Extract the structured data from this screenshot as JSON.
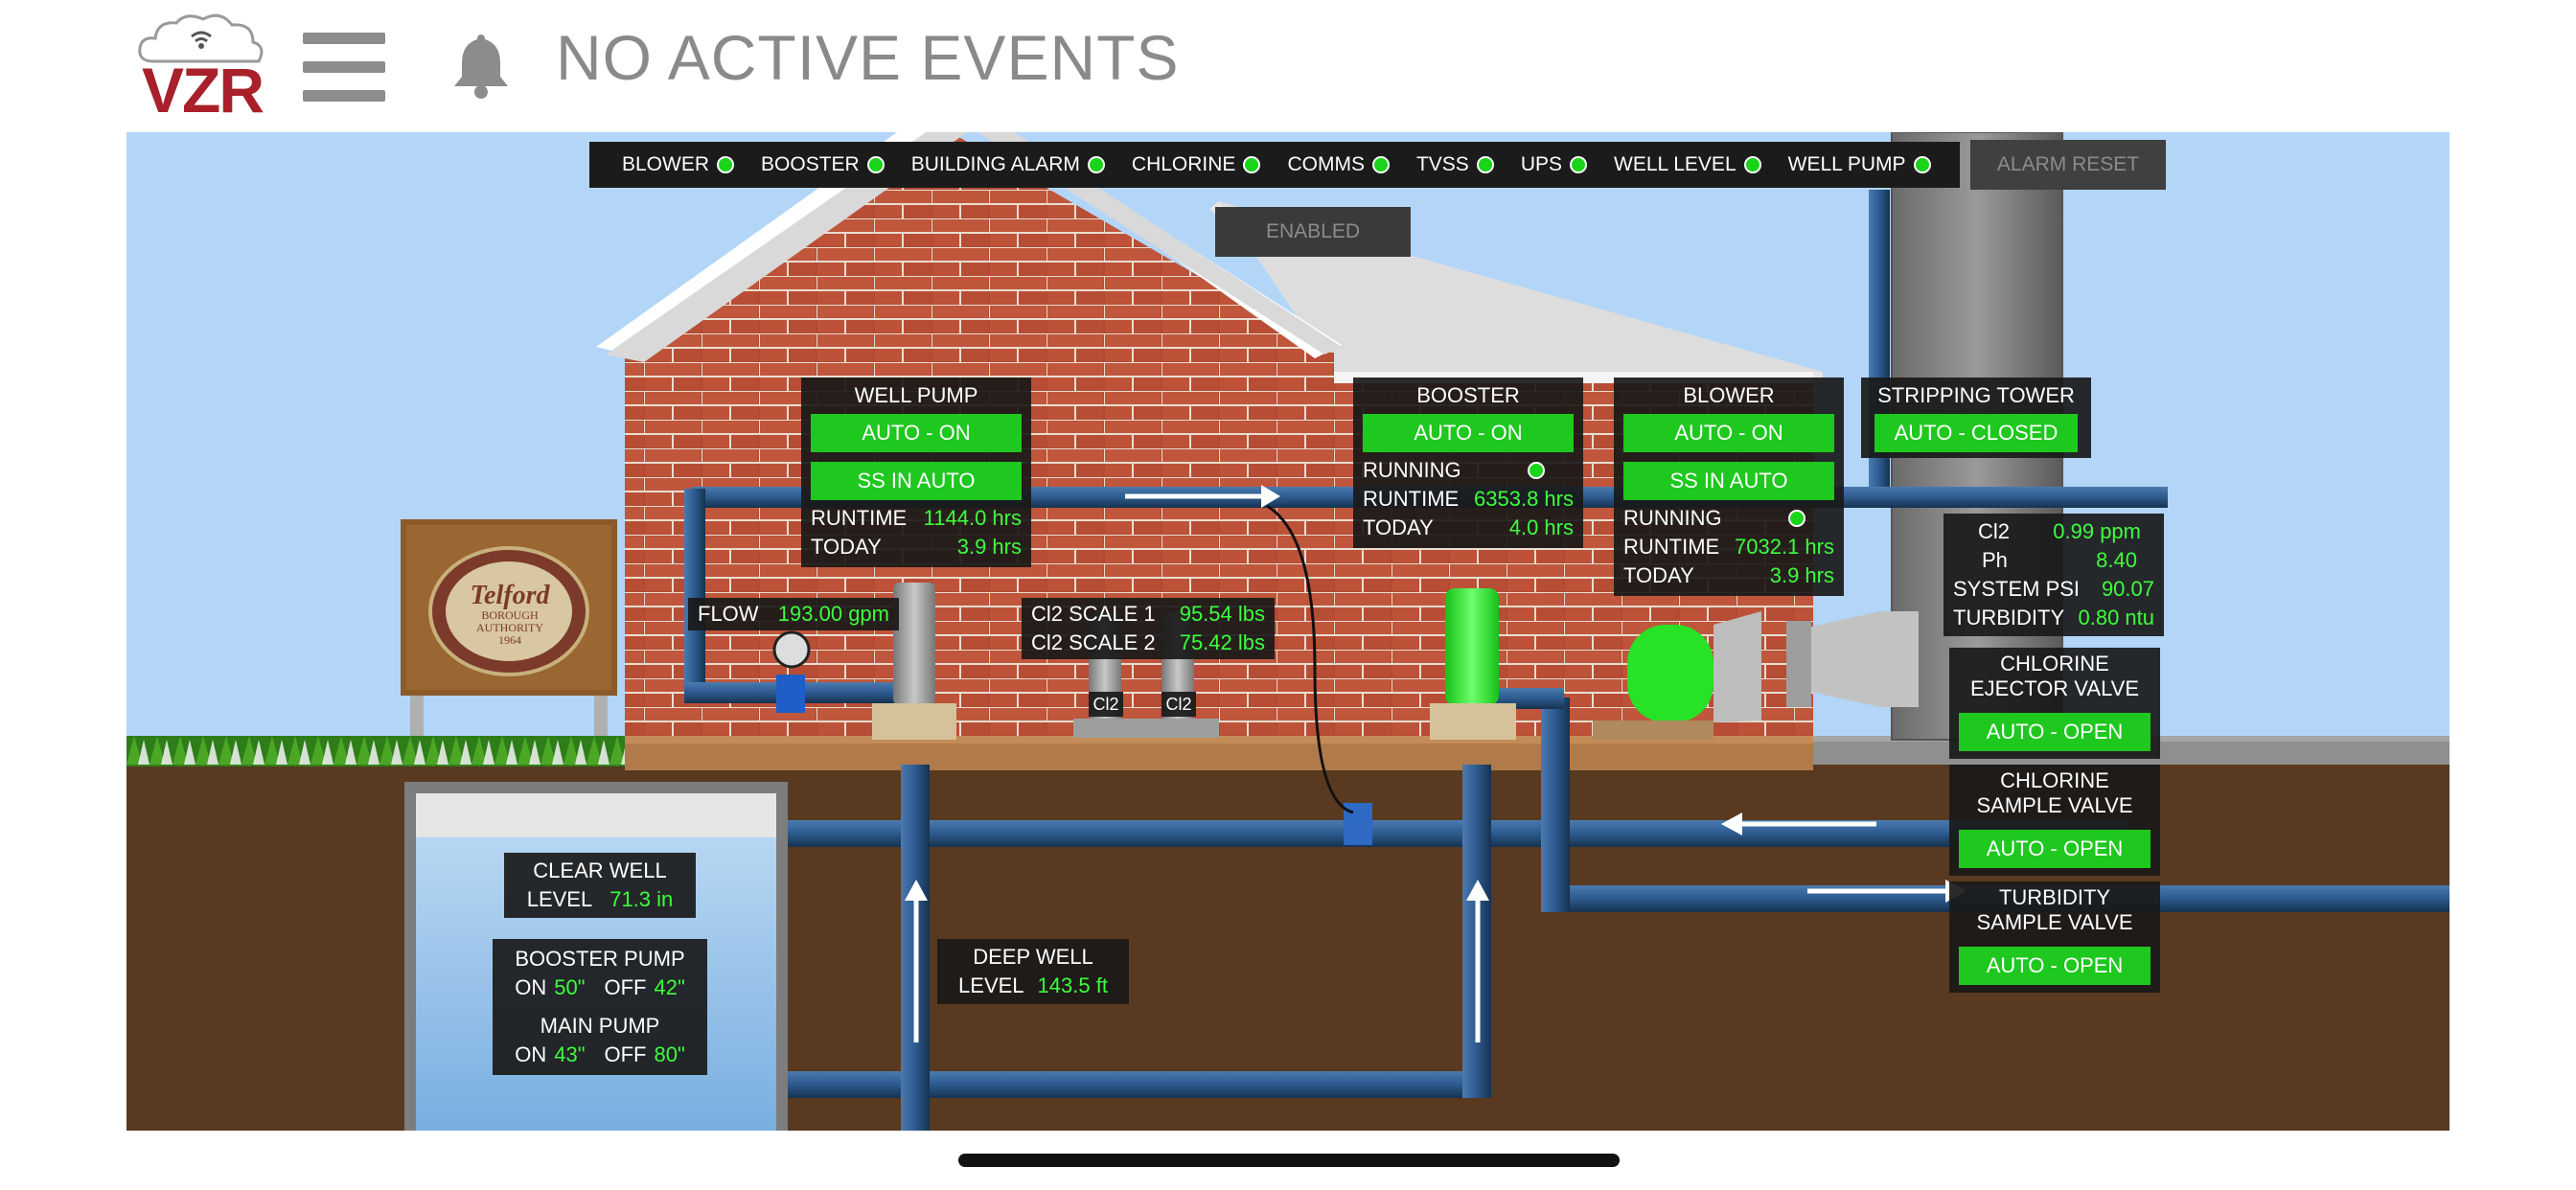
{
  "header": {
    "logo_text": "VZR",
    "events_title": "NO ACTIVE EVENTS"
  },
  "status_items": [
    {
      "label": "BLOWER"
    },
    {
      "label": "BOOSTER"
    },
    {
      "label": "BUILDING ALARM"
    },
    {
      "label": "CHLORINE"
    },
    {
      "label": "COMMS"
    },
    {
      "label": "TVSS"
    },
    {
      "label": "UPS"
    },
    {
      "label": "WELL LEVEL"
    },
    {
      "label": "WELL PUMP"
    }
  ],
  "alarm_reset_label": "ALARM RESET",
  "enabled_label": "ENABLED",
  "sign": {
    "name": "Telford",
    "line1": "BOROUGH",
    "line2": "AUTHORITY",
    "year": "1964"
  },
  "well_pump": {
    "title": "WELL PUMP",
    "mode": "AUTO - ON",
    "ss": "SS IN AUTO",
    "runtime_label": "RUNTIME",
    "runtime_value": "1144.0 hrs",
    "today_label": "TODAY",
    "today_value": "3.9 hrs"
  },
  "booster": {
    "title": "BOOSTER",
    "mode": "AUTO - ON",
    "running_label": "RUNNING",
    "runtime_label": "RUNTIME",
    "runtime_value": "6353.8 hrs",
    "today_label": "TODAY",
    "today_value": "4.0 hrs"
  },
  "blower": {
    "title": "BLOWER",
    "mode": "AUTO - ON",
    "ss": "SS IN AUTO",
    "running_label": "RUNNING",
    "runtime_label": "RUNTIME",
    "runtime_value": "7032.1 hrs",
    "today_label": "TODAY",
    "today_value": "3.9 hrs"
  },
  "stripping_tower": {
    "title": "STRIPPING TOWER",
    "mode": "AUTO - CLOSED"
  },
  "water_quality": {
    "cl2_label": "Cl2",
    "cl2_value": "0.99 ppm",
    "ph_label": "Ph",
    "ph_value": "8.40",
    "psi_label": "SYSTEM PSI",
    "psi_value": "90.07",
    "turb_label": "TURBIDITY",
    "turb_value": "0.80 ntu"
  },
  "flow": {
    "label": "FLOW",
    "value": "193.00 gpm"
  },
  "cl2_scales": {
    "s1_label": "Cl2 SCALE 1",
    "s1_value": "95.54 lbs",
    "s2_label": "Cl2 SCALE 2",
    "s2_value": "75.42 lbs",
    "tank_label": "Cl2"
  },
  "chlorine_ejector": {
    "title1": "CHLORINE",
    "title2": "EJECTOR VALVE",
    "mode": "AUTO - OPEN"
  },
  "chlorine_sample": {
    "title1": "CHLORINE",
    "title2": "SAMPLE VALVE",
    "mode": "AUTO - OPEN"
  },
  "turbidity_sample": {
    "title1": "TURBIDITY",
    "title2": "SAMPLE VALVE",
    "mode": "AUTO - OPEN"
  },
  "clear_well": {
    "title": "CLEAR WELL",
    "level_label": "LEVEL",
    "level_value": "71.3 in"
  },
  "pump_setpoints": {
    "booster_title": "BOOSTER PUMP",
    "on_label": "ON",
    "off_label": "OFF",
    "booster_on": "50\"",
    "booster_off": "42\"",
    "main_title": "MAIN PUMP",
    "main_on": "43\"",
    "main_off": "80\""
  },
  "deep_well": {
    "title": "DEEP WELL",
    "level_label": "LEVEL",
    "level_value": "143.5 ft"
  },
  "clear_well_fill_fraction": 0.87,
  "colors": {
    "ok_green": "#1ec81e",
    "value_green": "#3dff3d",
    "brand_red": "#a8202a",
    "pipe_blue": "#2d5a8e"
  }
}
